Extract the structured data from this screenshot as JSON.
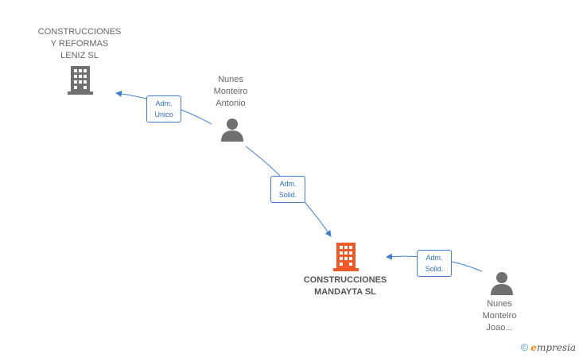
{
  "nodes": {
    "company_leniz": {
      "lines": [
        "CONSTRUCCIONES",
        "Y REFORMAS",
        "LENIZ  SL"
      ],
      "icon": "building-icon",
      "color": "#707070"
    },
    "person_antonio": {
      "lines": [
        "Nunes",
        "Monteiro",
        "Antonio"
      ],
      "icon": "person-icon",
      "color": "#707070"
    },
    "company_mandayta": {
      "lines": [
        "CONSTRUCCIONES",
        "MANDAYTA SL"
      ],
      "icon": "building-icon",
      "color": "#f05a28"
    },
    "person_joao": {
      "lines": [
        "Nunes",
        "Monteiro",
        "Joao..."
      ],
      "icon": "person-icon",
      "color": "#707070"
    }
  },
  "edges": [
    {
      "from": "person_antonio",
      "to": "company_leniz",
      "label": [
        "Adm.",
        "Unico"
      ]
    },
    {
      "from": "person_antonio",
      "to": "company_mandayta",
      "label": [
        "Adm.",
        "Solid."
      ]
    },
    {
      "from": "person_joao",
      "to": "company_mandayta",
      "label": [
        "Adm.",
        "Solid."
      ]
    }
  ],
  "colors": {
    "edge": "#3f7fd3",
    "accent": "#f05a28",
    "grey": "#707070"
  },
  "watermark": {
    "copyright": "©",
    "brand_first": "e",
    "brand_rest": "mpresia"
  }
}
